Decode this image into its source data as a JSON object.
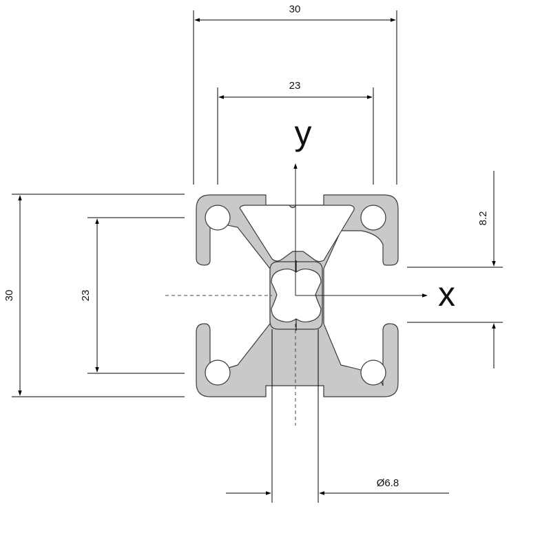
{
  "dimensions": {
    "outer_width": "30",
    "inner_width": "23",
    "outer_height": "30",
    "inner_height": "23",
    "slot_opening": "8.2",
    "bore_diameter": "Ø6.8"
  },
  "axes": {
    "x_label": "x",
    "y_label": "y"
  },
  "colors": {
    "profile_fill": "#c9c9c9",
    "outline": "#3a3a3a",
    "line": "#000000"
  }
}
